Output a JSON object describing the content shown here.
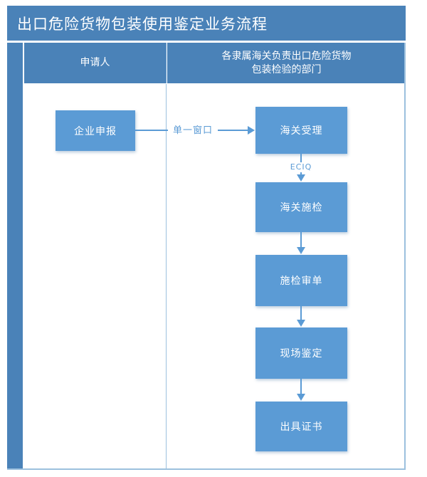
{
  "title": "出口危险货物包装使用鉴定业务流程",
  "colors": {
    "header_blue": "#4a82b8",
    "node_blue": "#5b9bd5",
    "connector_blue": "#5b9bd5",
    "frame_blue": "#9cc0de",
    "text_white": "#ffffff",
    "background": "#ffffff"
  },
  "lanes": [
    {
      "id": "applicant",
      "header": "申请人"
    },
    {
      "id": "customs-department",
      "header": "各隶属海关负责出口危险货物\n包装检验的部门"
    }
  ],
  "nodes": [
    {
      "id": "apply",
      "label": "企业申报",
      "lane": "applicant"
    },
    {
      "id": "accept",
      "label": "海关受理",
      "lane": "customs-department"
    },
    {
      "id": "inspect",
      "label": "海关施检",
      "lane": "customs-department"
    },
    {
      "id": "review",
      "label": "施检审单",
      "lane": "customs-department"
    },
    {
      "id": "onsite",
      "label": "现场鉴定",
      "lane": "customs-department"
    },
    {
      "id": "issue",
      "label": "出具证书",
      "lane": "customs-department"
    }
  ],
  "edges": [
    {
      "from": "apply",
      "to": "accept",
      "label": "单一窗口",
      "direction": "right"
    },
    {
      "from": "accept",
      "to": "inspect",
      "label": "ECIQ",
      "direction": "down"
    },
    {
      "from": "inspect",
      "to": "review",
      "label": "",
      "direction": "down"
    },
    {
      "from": "review",
      "to": "onsite",
      "label": "",
      "direction": "down"
    },
    {
      "from": "onsite",
      "to": "issue",
      "label": "",
      "direction": "down"
    }
  ],
  "edge_labels": {
    "single_window": "单一窗口",
    "eciq": "ECIQ"
  }
}
